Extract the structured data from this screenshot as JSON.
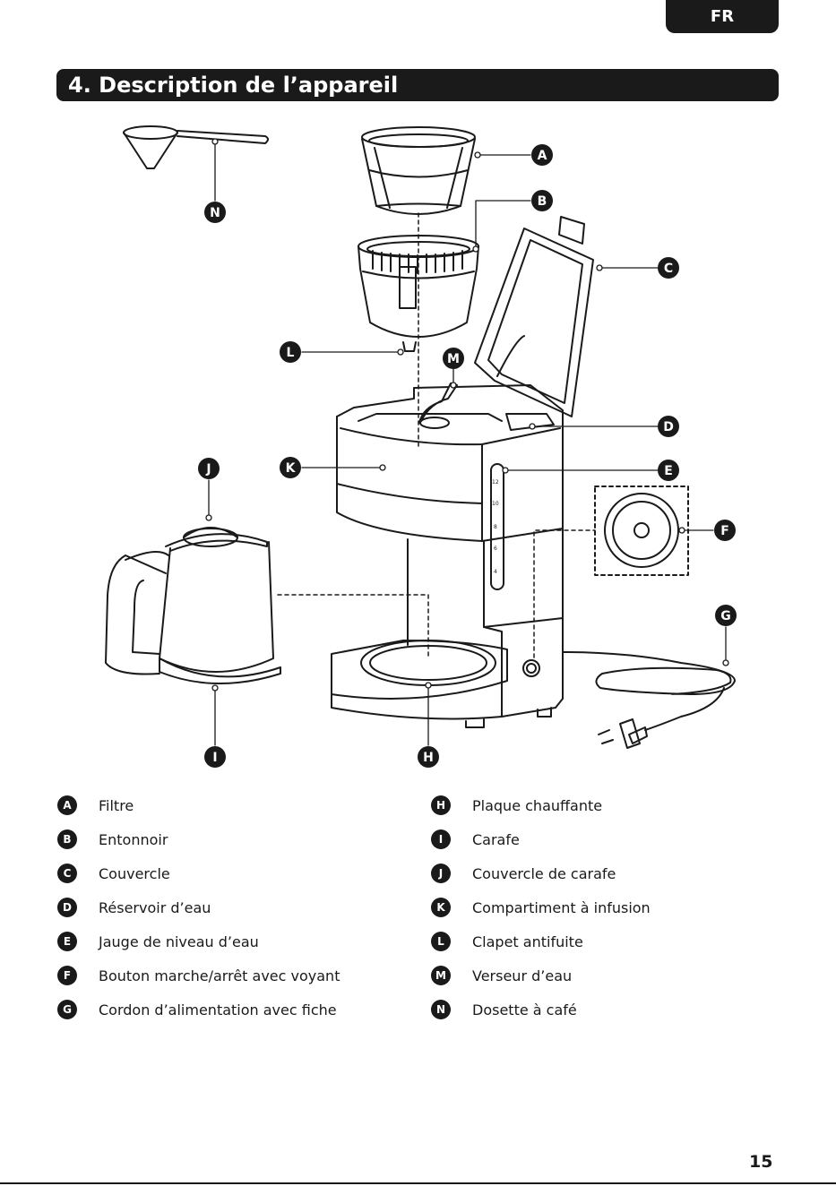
{
  "header": {
    "language": "FR"
  },
  "section": {
    "title": "4. Description de l’appareil"
  },
  "callouts": [
    "A",
    "B",
    "C",
    "D",
    "E",
    "F",
    "G",
    "H",
    "I",
    "J",
    "K",
    "L",
    "M",
    "N"
  ],
  "legend": {
    "left": [
      {
        "letter": "A",
        "label": "Filtre"
      },
      {
        "letter": "B",
        "label": "Entonnoir"
      },
      {
        "letter": "C",
        "label": "Couvercle"
      },
      {
        "letter": "D",
        "label": "Réservoir d’eau"
      },
      {
        "letter": "E",
        "label": "Jauge de niveau d’eau"
      },
      {
        "letter": "F",
        "label": "Bouton marche/arrêt avec voyant"
      },
      {
        "letter": "G",
        "label": "Cordon d’alimentation avec fiche"
      }
    ],
    "right": [
      {
        "letter": "H",
        "label": "Plaque chauffante"
      },
      {
        "letter": "I",
        "label": "Carafe"
      },
      {
        "letter": "J",
        "label": "Couvercle de carafe"
      },
      {
        "letter": "K",
        "label": "Compartiment à infusion"
      },
      {
        "letter": "L",
        "label": "Clapet antifuite"
      },
      {
        "letter": "M",
        "label": "Verseur d’eau"
      },
      {
        "letter": "N",
        "label": "Dosette à café"
      }
    ]
  },
  "gauge_marks": [
    "12",
    "10",
    "8",
    "6",
    "4"
  ],
  "page": {
    "number": "15"
  },
  "colors": {
    "ink": "#1a1a1a",
    "paper": "#ffffff"
  }
}
